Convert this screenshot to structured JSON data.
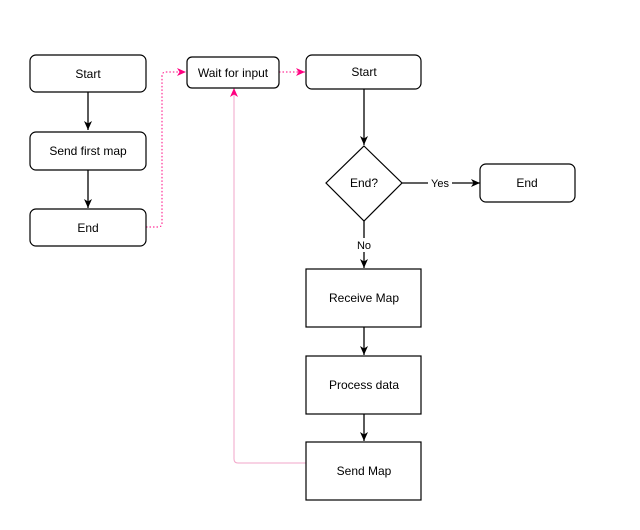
{
  "colors": {
    "stroke": "#000000",
    "feedback": "#ff0080",
    "feedback_line": "#f2a6c9",
    "fill": "#ffffff"
  },
  "nodes": {
    "start_left": "Start",
    "send_first_map": "Send first map",
    "end_left": "End",
    "wait_for_input": "Wait for input",
    "start_right": "Start",
    "end_decision": "End?",
    "end_right": "End",
    "receive_map": "Receive Map",
    "process_data": "Process data",
    "send_map": "Send Map"
  },
  "edges": {
    "yes_label": "Yes",
    "no_label": "No"
  }
}
